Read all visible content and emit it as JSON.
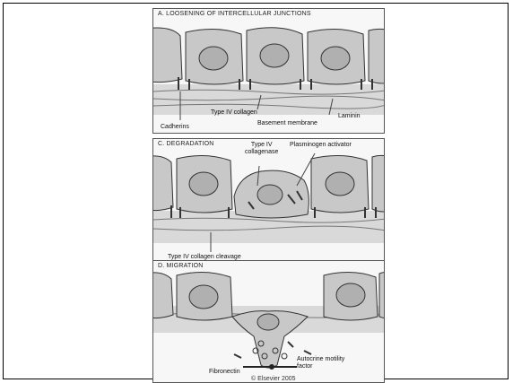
{
  "figure": {
    "panel_a": {
      "title": "A. LOOSENING OF INTERCELLULAR JUNCTIONS",
      "labels": {
        "type_iv_collagen": "Type IV collagen",
        "cadherins": "Cadherins",
        "basement_membrane": "Basement membrane",
        "laminin": "Laminin"
      }
    },
    "panel_c": {
      "title": "C. DEGRADATION",
      "labels": {
        "type_iv_collagenase": "Type IV\ncollagenase",
        "plasminogen_activator": "Plasminogen activator",
        "type_iv_collagen_cleavage": "Type IV collagen cleavage"
      }
    },
    "panel_d": {
      "title": "D. MIGRATION",
      "labels": {
        "autocrine_motility_factor": "Autocrine motility\nfactor",
        "fibronectin": "Fibronectin"
      }
    },
    "copyright": "© Elsevier 2005"
  },
  "colors": {
    "cell_fill": "#c8c8c8",
    "nucleus_fill": "#b0b0b0",
    "membrane_fill": "#d9d9d9",
    "outline": "#333333"
  }
}
